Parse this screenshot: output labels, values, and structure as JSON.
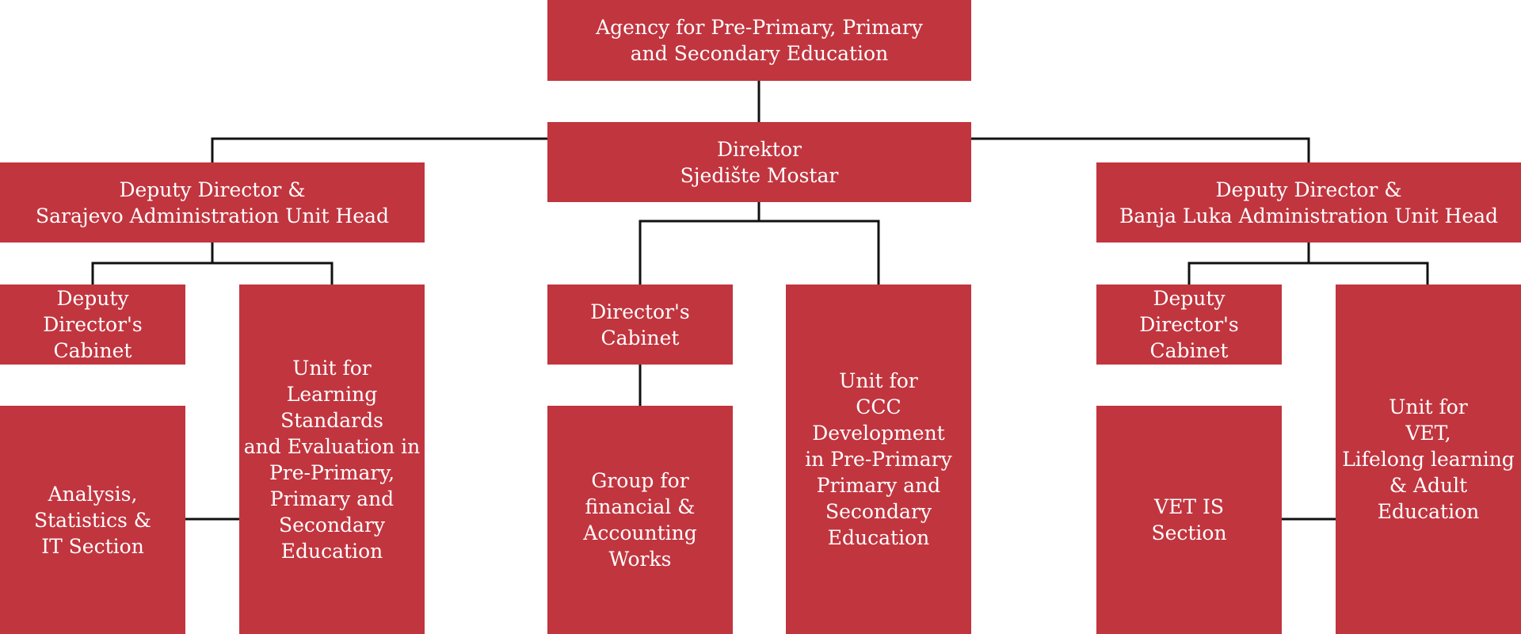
{
  "theme": {
    "box_color": "#c1353f",
    "text_color": "#ffffff",
    "line_color": "#111111"
  },
  "org": {
    "agency": "Agency for Pre-Primary, Primary\nand Secondary Education",
    "director": "Direktor\nSjedište Mostar",
    "deputy_sarajevo": "Deputy Director &\nSarajevo Administration Unit Head",
    "deputy_banja_luka": "Deputy Director &\nBanja Luka Administration Unit Head",
    "deputy_cabinet_left": "Deputy\nDirector's Cabinet",
    "learning_standards_unit": "Unit for\nLearning Standards\nand Evaluation in\nPre-Primary,\nPrimary and\nSecondary\nEducation",
    "analysis_section": "Analysis,\nStatistics &\nIT Section",
    "directors_cabinet": "Director's\nCabinet",
    "ccc_unit": "Unit for\nCCC Development\nin Pre-Primary\nPrimary and\nSecondary\nEducation",
    "finance_group": "Group for\nfinancial &\nAccounting\nWorks",
    "deputy_cabinet_right": "Deputy\nDirector's Cabinet",
    "vet_unit": "Unit for\nVET,\nLifelong learning\n& Adult\nEducation",
    "vet_is_section": "VET IS\nSection"
  }
}
